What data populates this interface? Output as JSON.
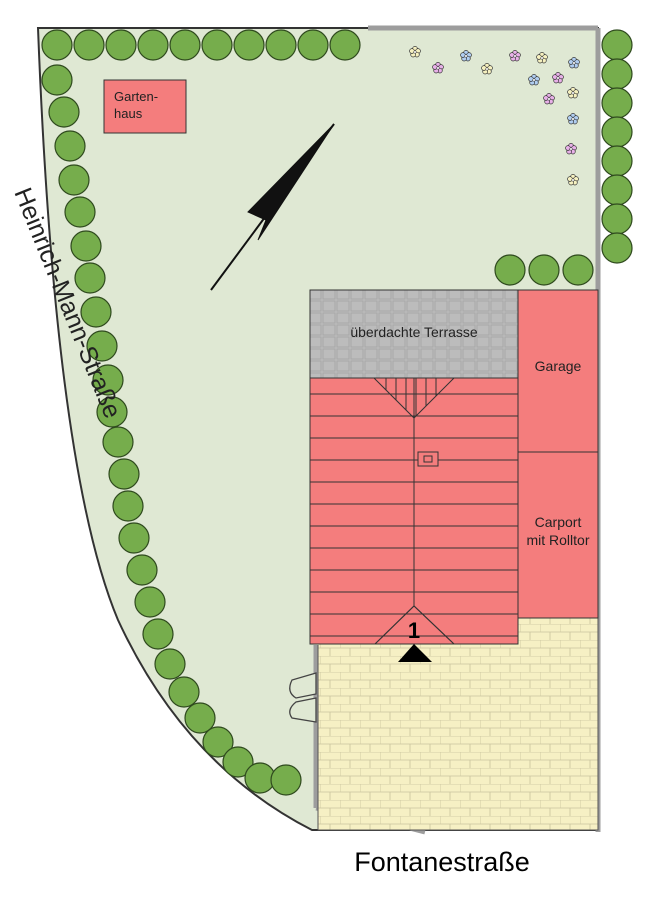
{
  "labels": {
    "gartenhaus_line1": "Garten-",
    "gartenhaus_line2": "haus",
    "terrasse": "überdachte Terrasse",
    "garage": "Garage",
    "carport_line1": "Carport",
    "carport_line2": "mit Rolltor",
    "house_number": "1",
    "street_west": "Heinrich-Mann-Straße",
    "street_south": "Fontanestraße"
  },
  "colors": {
    "lawn": "#dfe8d3",
    "hedge": "#76ad4c",
    "building": "#f47d7d",
    "terrace": "#bcbcbc",
    "paving": "#f6f0c4",
    "wall": "#9d9d9d"
  },
  "icons": {
    "north_arrow": "north-arrow-icon",
    "entrance": "entrance-triangle-icon",
    "flowers": "flower-icon",
    "chimney": "chimney-icon",
    "gate": "gate-icon"
  }
}
